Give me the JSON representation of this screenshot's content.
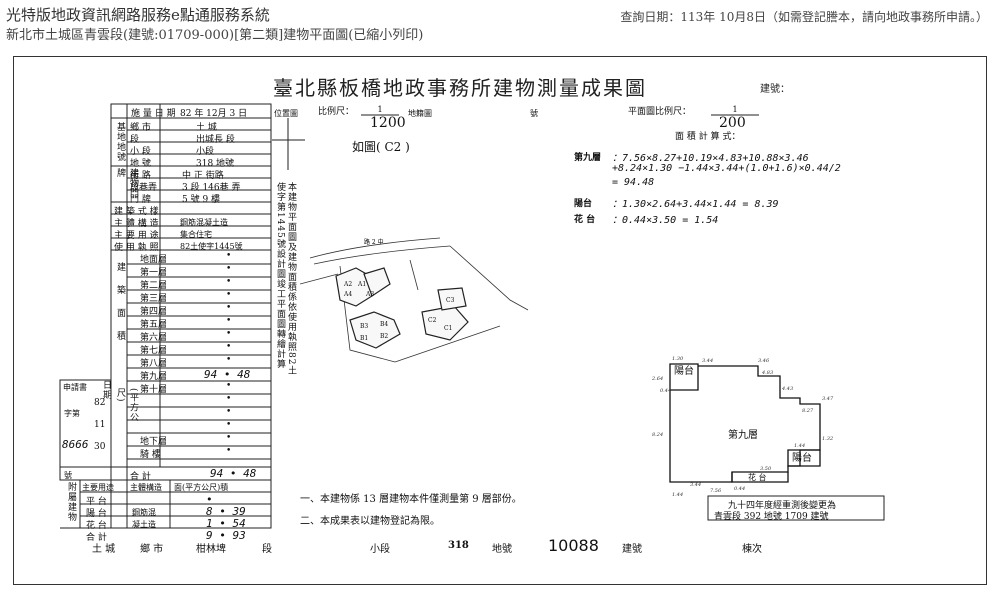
{
  "header": {
    "line1": "光特版地政資訊網路服務e點通服務系統",
    "line2": "新北市土城區青雲段(建號:01709-000)[第二類]建物平面圖(已縮小列印)",
    "query_date": "查詢日期：113年 10月8日（如需登記謄本，請向地政事務所申請。）"
  },
  "doc": {
    "title": "臺北縣板橋地政事務所建物測量成果圖",
    "build_no_label": "建號：",
    "left_panel": {
      "survey_date_label": "施 量 日 期",
      "survey_date": "82 年 12月 3 日",
      "site_plan_label": "位置圖",
      "land_rows": [
        {
          "k": "鄉 市",
          "v": "土 城"
        },
        {
          "k": "段",
          "v": "出城長 段"
        },
        {
          "k": "小 段",
          "v": "小段"
        },
        {
          "k": "地 號",
          "v": "318 地號"
        }
      ],
      "land_group": "基地地號",
      "addr_group": "建物門牌",
      "addr_rows": [
        {
          "k": "街 路",
          "v": "中 正 街路"
        },
        {
          "k": "段巷弄",
          "v": "3 段 146巷 弄"
        },
        {
          "k": "門 牌",
          "v": "5 號 9 樓"
        }
      ],
      "misc_rows": [
        {
          "k": "建 築 式 樣",
          "v": ""
        },
        {
          "k": "主 體 構 造",
          "v": "鋼筋混凝土造"
        },
        {
          "k": "主 要 用 途",
          "v": "集合住宅"
        },
        {
          "k": "使 用 執 照",
          "v": "82土使字1445號"
        }
      ],
      "area_group": "建築面積",
      "floors": [
        {
          "k": "地面層",
          "v": "•"
        },
        {
          "k": "第一層",
          "v": "•"
        },
        {
          "k": "第二層",
          "v": "•"
        },
        {
          "k": "第三層",
          "v": "•"
        },
        {
          "k": "第四層",
          "v": "•"
        },
        {
          "k": "第五層",
          "v": "•"
        },
        {
          "k": "第六層",
          "v": "•"
        },
        {
          "k": "第七層",
          "v": "•"
        },
        {
          "k": "第八層",
          "v": "•"
        },
        {
          "k": "第九層",
          "v": "94 • 48"
        },
        {
          "k": "第十層",
          "v": "•"
        },
        {
          "k": "",
          "v": "•"
        },
        {
          "k": "",
          "v": "•"
        },
        {
          "k": "",
          "v": "•"
        },
        {
          "k": "地下層",
          "v": "•"
        },
        {
          "k": "騎 樓",
          "v": "•"
        }
      ],
      "total_label": "合 計",
      "total": "94 • 48",
      "unit": "(平方公尺)",
      "applicant_label": "申請書",
      "zi_label": "字第",
      "no_label": "號",
      "date_label": "日期",
      "app_year": "82",
      "app_month": "11",
      "app_day": "30",
      "app_no": "8666",
      "appendix_group": "附屬建物",
      "appendix_header": [
        "主要用途",
        "主體構造",
        "面(平方公尺)積"
      ],
      "appendix_rows": [
        {
          "use": "平 台",
          "struct": "",
          "area": "•"
        },
        {
          "use": "陽 台",
          "struct": "鋼筋混",
          "area": "8 • 39"
        },
        {
          "use": "花 台",
          "struct": "凝土造",
          "area": "1 • 54"
        },
        {
          "use": "合 計",
          "struct": "",
          "area": "9 • 93"
        }
      ],
      "side_note": "本建物平面圖及建物面積係依使用執照82土使字第1445號設計圖竣工平面圖轉繪計算"
    },
    "scale1_label": "比例尺：",
    "scale1_den": "1200",
    "scale1_tag": "地籍圖",
    "num_label": "號",
    "ru_tu": "如圖( C2 )",
    "site_label": "路 2 中",
    "site_codes": [
      "A1",
      "A2",
      "A3",
      "A4",
      "B1",
      "B2",
      "B3",
      "B4",
      "C1",
      "C2",
      "C3"
    ],
    "plan_scale_label": "平面圖比例尺：",
    "plan_scale_den": "200",
    "area_calc_label": "面 積 計 算 式：",
    "calc": [
      {
        "k": "第九層",
        "v": "：7.56×8.27+10.19×4.83+10.88×3.46"
      },
      {
        "k": "",
        "v": "+8.24×1.30 −1.44×3.44+(1.0+1.6)×0.44/2"
      },
      {
        "k": "",
        "v": "= 94.48"
      },
      {
        "k": "陽台",
        "v": "：1.30×2.64+3.44×1.44 = 8.39"
      },
      {
        "k": "花 台",
        "v": "：0.44×3.50 = 1.54"
      }
    ],
    "fp": {
      "balcony_top": "陽台",
      "floor9": "第九層",
      "balcony_bottom": "陽台",
      "flower": "花 台",
      "dims": [
        "1.30",
        "3.44",
        "3.46",
        "2.64",
        "4.83",
        "4.43",
        "3.47",
        "8.24",
        "1.32",
        "7.56",
        "1.44",
        "8.27",
        "3.44",
        "0.44",
        "3.50",
        "1.44",
        "0.44"
      ]
    },
    "revision_note": [
      "九十四年度經重測後變更為",
      "青雲段 392 地號 1709 建號"
    ],
    "notes": [
      "一、本建物係  13  層建物本件僅測量第  9  層部份。",
      "二、本成果表以建物登記為限。"
    ],
    "footer": {
      "town": "土 城",
      "town_suffix": "鄉 市",
      "section": "柑林埤",
      "section_suffix": "段",
      "small_section": "小段",
      "lot": "318",
      "lot_suffix": "地號",
      "build_no": "10088",
      "build_suffix": "建號",
      "sheet": "棟次"
    }
  }
}
